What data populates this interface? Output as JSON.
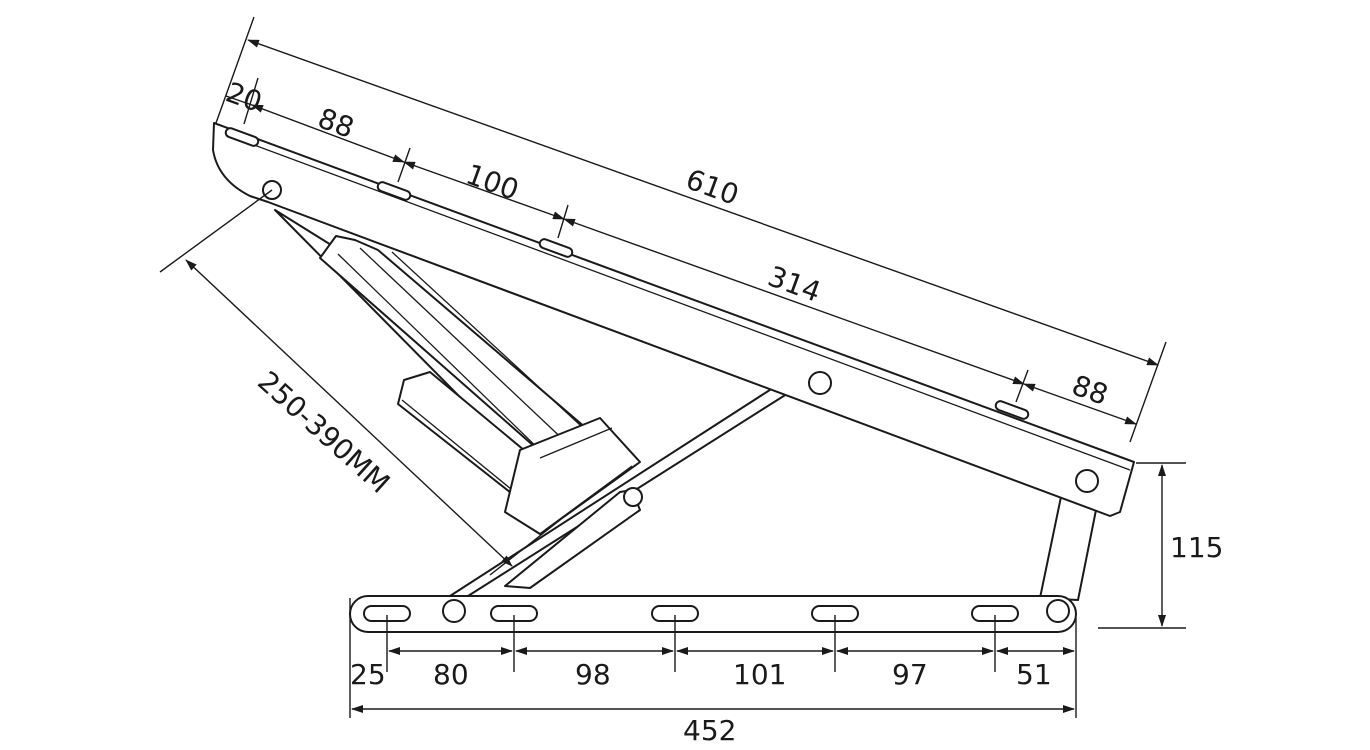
{
  "colors": {
    "line": "#1a1a1a",
    "background": "#ffffff"
  },
  "top_dims": {
    "overall": "610",
    "d1": "20",
    "d2": "88",
    "d3": "100",
    "d4": "314",
    "d5": "88"
  },
  "stroke_dim": "250-390MM",
  "height_dim": "115",
  "bottom_dims": {
    "b1": "25",
    "b2": "80",
    "b3": "98",
    "b4": "101",
    "b5": "97",
    "b6": "51",
    "overall": "452"
  }
}
